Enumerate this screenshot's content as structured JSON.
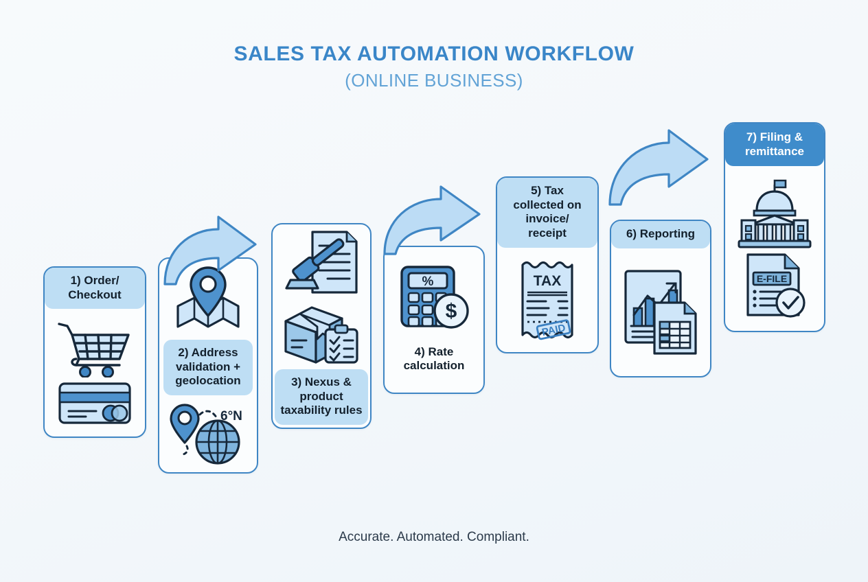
{
  "header": {
    "title_main": "Sales Tax Automation Workflow",
    "title_sub": "(Online Business)"
  },
  "footer": {
    "tagline": "Accurate. Automated. Compliant."
  },
  "colors": {
    "background": "#f5f9fc",
    "title_main": "#3a86c8",
    "title_sub": "#62a3d6",
    "card_border": "#3f86c4",
    "card_fill": "#fbfdfe",
    "band_light": "#bedef4",
    "band_solid": "#3f8ccb",
    "icon_outline": "#16283a",
    "icon_fill_light": "#cfe6f9",
    "icon_fill_mid": "#7fb4dd",
    "icon_fill_deep": "#3f86c4",
    "arrow_fill": "#bcdcf5",
    "arrow_stroke": "#3f86c4",
    "footer_text": "#2b3a4a"
  },
  "steps": [
    {
      "id": "step-1",
      "number": "1)",
      "label": "1) Order/\nCheckout",
      "label_position": "top",
      "band_style": "light",
      "icons": [
        "shopping-cart-icon",
        "credit-card-icon"
      ]
    },
    {
      "id": "step-2",
      "number": "2)",
      "label": "2) Address\nvalidation +\ngeolocation",
      "label_position": "middle",
      "band_style": "light",
      "icons": [
        "map-pin-on-map-icon",
        "pin-globe-icon"
      ],
      "annotation": "6°N"
    },
    {
      "id": "step-3",
      "number": "3)",
      "label": "3) Nexus &\nproduct\ntaxability rules",
      "label_position": "bottom",
      "band_style": "light",
      "icons": [
        "gavel-document-icon",
        "box-checklist-icon"
      ]
    },
    {
      "id": "step-4",
      "number": "4)",
      "label": "4) Rate\ncalculation",
      "label_position": "plain",
      "band_style": "none",
      "icons": [
        "calculator-percent-icon",
        "dollar-coin-icon"
      ],
      "annotation": "%"
    },
    {
      "id": "step-5",
      "number": "5)",
      "label": "5) Tax\ncollected on\ninvoice/\nreceipt",
      "label_position": "top",
      "band_style": "light",
      "icons": [
        "tax-receipt-icon"
      ],
      "receipt_heading": "TAX",
      "receipt_stamp": "PAID"
    },
    {
      "id": "step-6",
      "number": "6)",
      "label": "6) Reporting",
      "label_position": "top",
      "band_style": "light",
      "icons": [
        "bar-chart-report-icon",
        "spreadsheet-icon"
      ]
    },
    {
      "id": "step-7",
      "number": "7)",
      "label": "7) Filing &\nremittance",
      "label_position": "top",
      "band_style": "solid",
      "icons": [
        "government-building-icon",
        "efile-document-check-icon"
      ],
      "efile_label": "E-FILE"
    }
  ],
  "arrows": [
    {
      "id": "arrow-1-2",
      "from": "step-1",
      "to": "step-2",
      "shape": "curved-up-right"
    },
    {
      "id": "arrow-4-5",
      "from": "step-4",
      "to": "step-5",
      "shape": "curved-up-right"
    },
    {
      "id": "arrow-6-7",
      "from": "step-6",
      "to": "step-7",
      "shape": "curved-up-right"
    }
  ]
}
